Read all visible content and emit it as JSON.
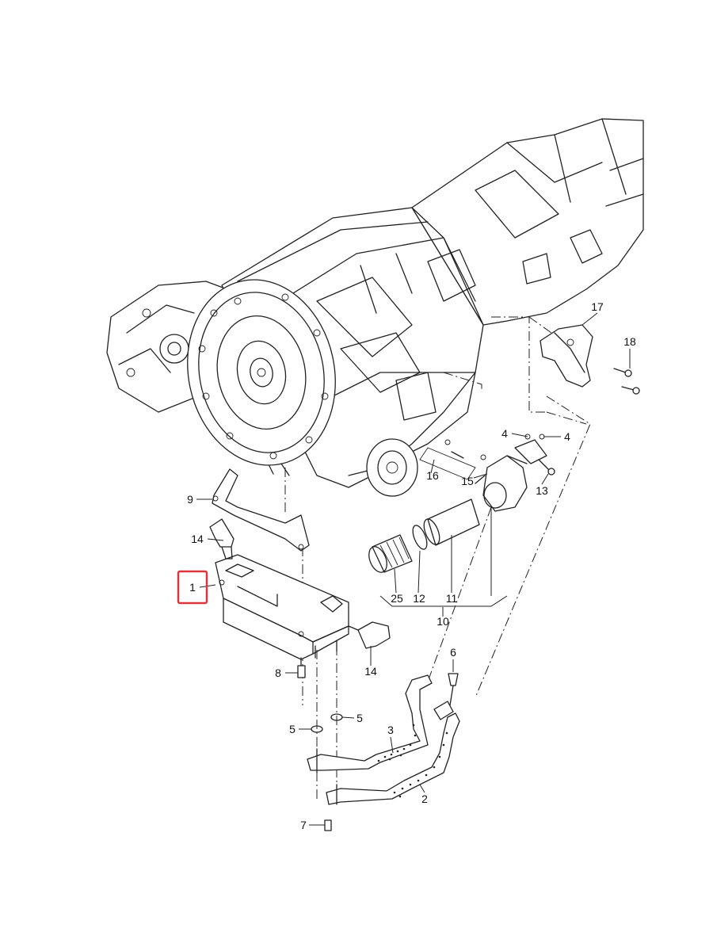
{
  "highlight_color": "#d9363e",
  "callouts": {
    "c1": "1",
    "c2": "2",
    "c3": "3",
    "c4a": "4",
    "c4b": "4",
    "c5a": "5",
    "c5b": "5",
    "c6": "6",
    "c7": "7",
    "c8": "8",
    "c9": "9",
    "c10": "10",
    "c11": "11",
    "c12": "12",
    "c13": "13",
    "c14a": "14",
    "c14b": "14",
    "c15": "15",
    "c16": "16",
    "c17": "17",
    "c18": "18",
    "c25": "25"
  }
}
